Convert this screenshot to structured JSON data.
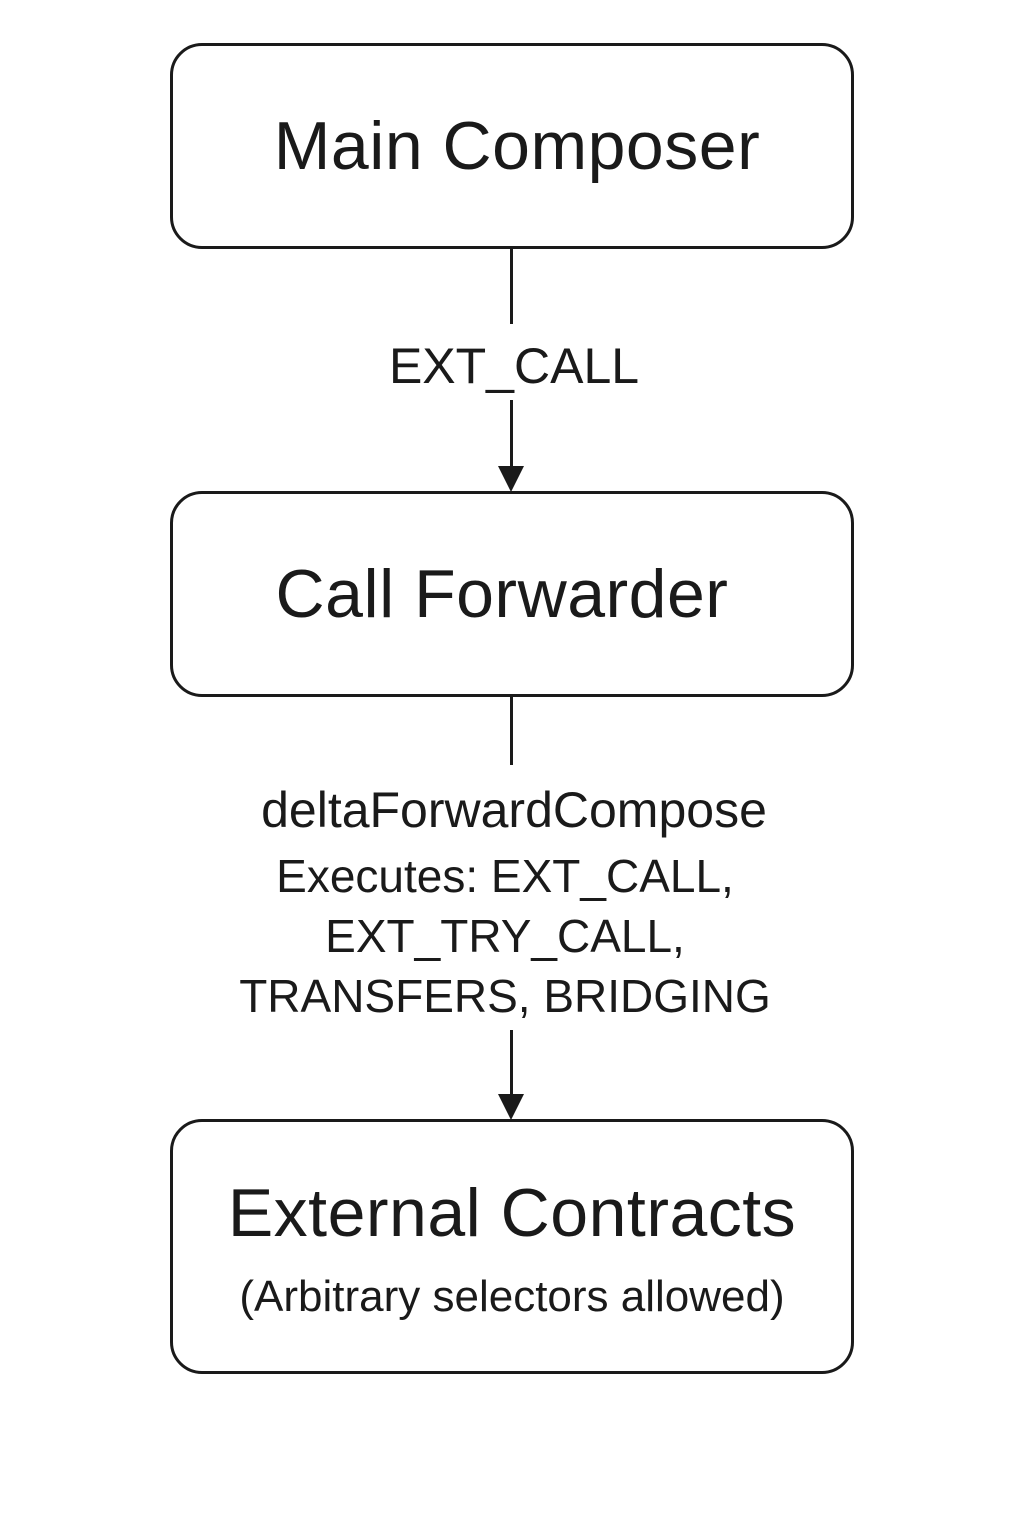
{
  "nodes": [
    {
      "title": "Main Composer",
      "subtitle": ""
    },
    {
      "title": "Call Forwarder",
      "subtitle": ""
    },
    {
      "title": "External Contracts",
      "subtitle": "(Arbitrary selectors allowed)"
    }
  ],
  "edges": [
    {
      "label": "EXT_CALL",
      "note_lines": []
    },
    {
      "label": "deltaForwardCompose",
      "note_lines": [
        "Executes: EXT_CALL,",
        "EXT_TRY_CALL,",
        "TRANSFERS, BRIDGING"
      ]
    }
  ],
  "colors": {
    "stroke": "#1a1a1a",
    "background": "#ffffff"
  }
}
